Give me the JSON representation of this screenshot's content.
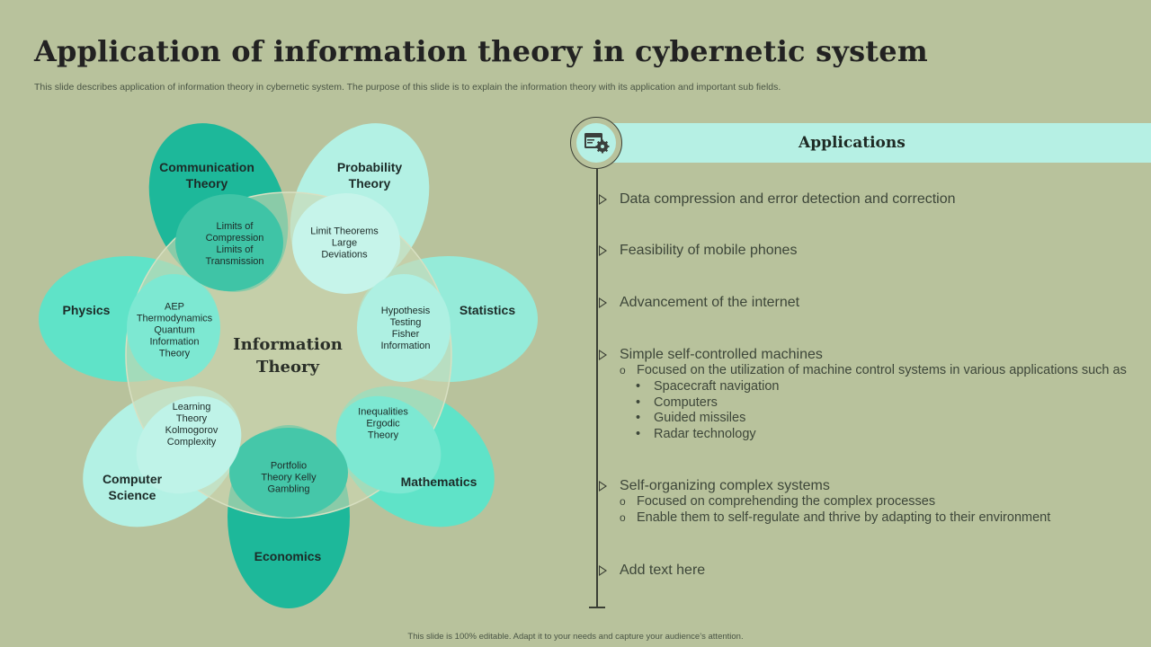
{
  "title": "Application of information theory in cybernetic system",
  "subtitle": "This slide describes application of information theory in cybernetic system. The purpose of this slide is to explain the information theory with its application and important sub fields.",
  "footer": "This slide is 100% editable.  Adapt it to your needs and capture your audience’s attention.",
  "diagram": {
    "center": "Information\nTheory",
    "petals": [
      {
        "label": "Communication\nTheory",
        "overlap": "Limits of\nCompression\nLimits of\nTransmission"
      },
      {
        "label": "Probability\nTheory",
        "overlap": "Limit Theorems\nLarge\nDeviations"
      },
      {
        "label": "Statistics",
        "overlap": "Hypothesis\nTesting\nFisher\nInformation"
      },
      {
        "label": "Mathematics",
        "overlap": "Inequalities\nErgodic\nTheory"
      },
      {
        "label": "Economics",
        "overlap": "Portfolio\nTheory Kelly\nGambling"
      },
      {
        "label": "Computer\nScience",
        "overlap": "Learning\nTheory\nKolmogorov\nComplexity"
      },
      {
        "label": "Physics",
        "overlap": "AEP\nThermodynamics\nQuantum\nInformation\nTheory"
      }
    ],
    "colors": {
      "dark": "#1db89a",
      "mid": "#5fe3c8",
      "light": "#b3f1e4"
    }
  },
  "applications": {
    "header": "Applications",
    "icon": "browser-settings-icon",
    "items": [
      {
        "text": "Data compression and error detection and correction"
      },
      {
        "text": "Feasibility of mobile phones"
      },
      {
        "text": "Advancement  of the internet"
      },
      {
        "text": "Simple self-controlled  machines",
        "sub": [
          "Focused on the utilization of machine control systems in various applications such as"
        ],
        "bullets": [
          "Spacecraft navigation",
          "Computers",
          "Guided missiles",
          "Radar technology"
        ]
      },
      {
        "text": "Self-organizing  complex systems",
        "sub": [
          "Focused on comprehending the complex processes",
          "Enable them to self-regulate and thrive by adapting to their environment"
        ]
      },
      {
        "text": "Add text here"
      }
    ]
  }
}
